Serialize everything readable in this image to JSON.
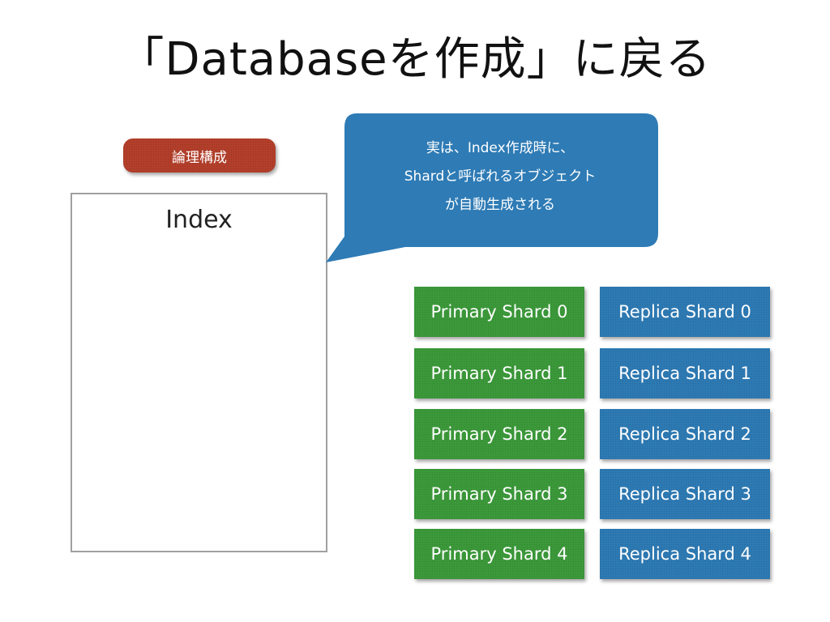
{
  "title": "「Databaseを作成」に戻る",
  "badge": {
    "label": "論理構成",
    "color": "#b5402b"
  },
  "index": {
    "label": "Index"
  },
  "callout": {
    "lines": [
      "実は、Index作成時に、",
      "Shardと呼ばれるオブジェクト",
      "が自動生成される"
    ],
    "color": "#2e7bb5"
  },
  "primary_shards": {
    "color": "#3c9a3a",
    "items": [
      "Primary Shard 0",
      "Primary Shard 1",
      "Primary Shard 2",
      "Primary Shard 3",
      "Primary Shard 4"
    ]
  },
  "replica_shards": {
    "color": "#2e7bb5",
    "items": [
      "Replica Shard 0",
      "Replica Shard 1",
      "Replica Shard 2",
      "Replica Shard 3",
      "Replica Shard 4"
    ]
  }
}
